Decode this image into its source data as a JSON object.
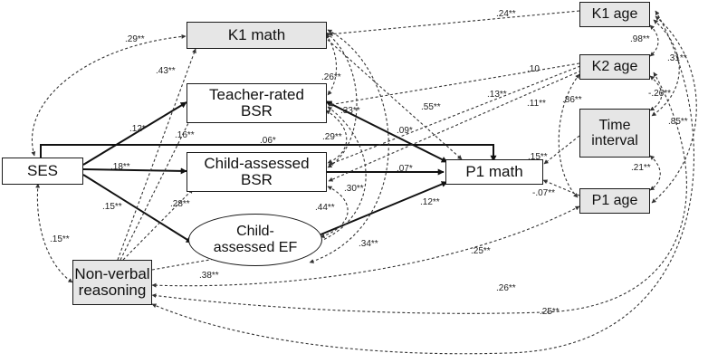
{
  "nodes": {
    "k1_math": "K1 math",
    "teacher_bsr": "Teacher-rated\nBSR",
    "child_bsr": "Child-assessed\nBSR",
    "child_ef": "Child-\nassessed EF",
    "ses": "SES",
    "nonverbal": "Non-verbal\nreasoning",
    "p1_math": "P1 math",
    "k1_age": "K1 age",
    "k2_age": "K2 age",
    "time_interval": "Time\ninterval",
    "p1_age": "P1 age"
  },
  "coefficients": {
    "ses_k1math": ".29**",
    "nv_k1math": ".43**",
    "ses_teacher": ".12*",
    "nv_teacher": ".16**",
    "ses_p1": ".06*",
    "ses_childbsr": ".18**",
    "nv_childbsr": ".28**",
    "ses_ef": ".15**",
    "ses_nv": ".15**",
    "nv_ef": ".38**",
    "k1math_teacher": ".26**",
    "k1math_childbsr": ".33**",
    "k1math_p1": ".55**",
    "k1math_k1age": ".24**",
    "teacher_childbsr": ".29**",
    "teacher_p1": ".09*",
    "childbsr_p1": ".07*",
    "ef_p1": ".12**",
    "childbsr_ef": ".30**",
    "teacher_ef": ".44**",
    "k1math_ef": ".34**",
    "k2_teacher": ".10",
    "k2_childbsr_a": ".13**",
    "k2_childbsr_b": ".11**",
    "k1age_k2age": ".98**",
    "k1age_time": ".31**",
    "k2age_time": "-.26**",
    "k2age_p1age": ".86**",
    "k1age_p1age": ".85**",
    "time_p1math": ".15**",
    "time_p1age": ".21**",
    "p1age_p1math": "-.07**",
    "p1age_nv": ".25**",
    "k2age_nv": ".26**",
    "k1age_nv": ".25**"
  }
}
